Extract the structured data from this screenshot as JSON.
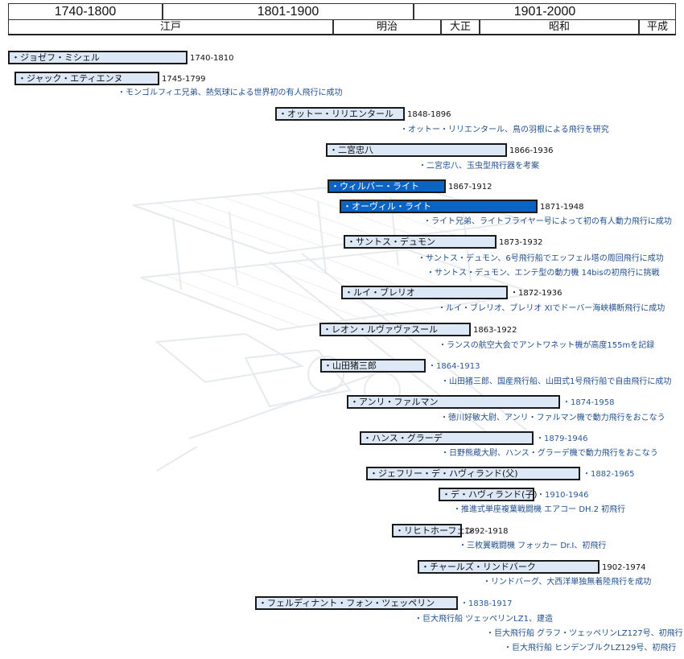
{
  "header": {
    "centuries": [
      "1740-1800",
      "1801-1900",
      "1901-2000"
    ],
    "eras": [
      "江戸",
      "明治",
      "大正",
      "昭和",
      "平成"
    ]
  },
  "people": [
    {
      "name": "・ジョゼフ・ミシェル",
      "years": "1740-1810"
    },
    {
      "name": "・ジャック・エティエンヌ",
      "years": "1745-1799"
    },
    {
      "name": "・オットー・リリエンタール",
      "years": "1848-1896"
    },
    {
      "name": "・二宮忠八",
      "years": "1866-1936"
    },
    {
      "name": "・ウィルバー・ライト",
      "years": "1867-1912"
    },
    {
      "name": "・オーヴィル・ライト",
      "years": "1871-1948"
    },
    {
      "name": "・サントス・デュモン",
      "years": "1873-1932"
    },
    {
      "name": "・ルイ・ブレリオ",
      "years": "・1872-1936"
    },
    {
      "name": "・レオン・ルヴァヴァスール",
      "years": "1863-1922"
    },
    {
      "name": "・山田猪三郎",
      "years": "・1864-1913"
    },
    {
      "name": "・アンリ・ファルマン",
      "years": "・1874-1958"
    },
    {
      "name": "・ハンス・グラーデ",
      "years": "・1879-1946"
    },
    {
      "name": "・ジェフリー・デ・ハヴィランド(父)",
      "years": "・1882-1965"
    },
    {
      "name": "・デ・ハヴィランド(子)",
      "years": "・1910-1946"
    },
    {
      "name": "・リヒトホーフェン",
      "years": "1892-1918"
    },
    {
      "name": "・チャールズ・リンドバーク",
      "years": "1902-1974"
    },
    {
      "name": "・フェルディナント・フォン・ツェッペリン",
      "years": "・1838-1917"
    }
  ],
  "events": [
    "・モンゴルフィエ兄弟、熱気球による世界初の有人飛行に成功",
    "・オットー・リリエンタール、鳥の羽根による飛行を研究",
    "・二宮忠八、玉虫型飛行器を考案",
    "・ライト兄弟、ライトフライヤー号によって初の有人動力飛行に成功",
    "・サントス・デュモン、6号飛行船でエッフェル塔の周回飛行に成功",
    "・サントス・デュモン、エンテ型の動力機 14bisの初飛行に挑戦",
    "・ルイ・ブレリオ、ブレリオ XIでドーバー海峡横断飛行に成功",
    "・ランスの航空大会でアントワネット機が高度155mを記録",
    "・山田猪三郎、国産飛行船、山田式1号飛行船で自由飛行に成功",
    "・徳川好敏大尉、アンリ・ファルマン機で動力飛行をおこなう",
    "・日野熊蔵大尉、ハンス・グラーデ機で動力飛行をおこなう",
    "・推進式単座複葉戦闘機 エアコー DH.2 初飛行",
    "・三枚翼戦闘機 フォッカー Dr.I、初飛行",
    "・リンドバーグ、大西洋単独無着陸飛行を成功",
    "・巨大飛行船 ツェッペリンLZ1、建造",
    "・巨大飛行船 グラフ・ツェッペリンLZ127号、初飛行",
    "・巨大飛行船 ヒンデンブルクLZ129号、初飛行"
  ],
  "colors": {
    "bar_fill": "#dce8f5",
    "highlight_fill": "#0b64c3",
    "event_text": "#1f4e8c"
  },
  "background_icon": "biplane-illustration"
}
